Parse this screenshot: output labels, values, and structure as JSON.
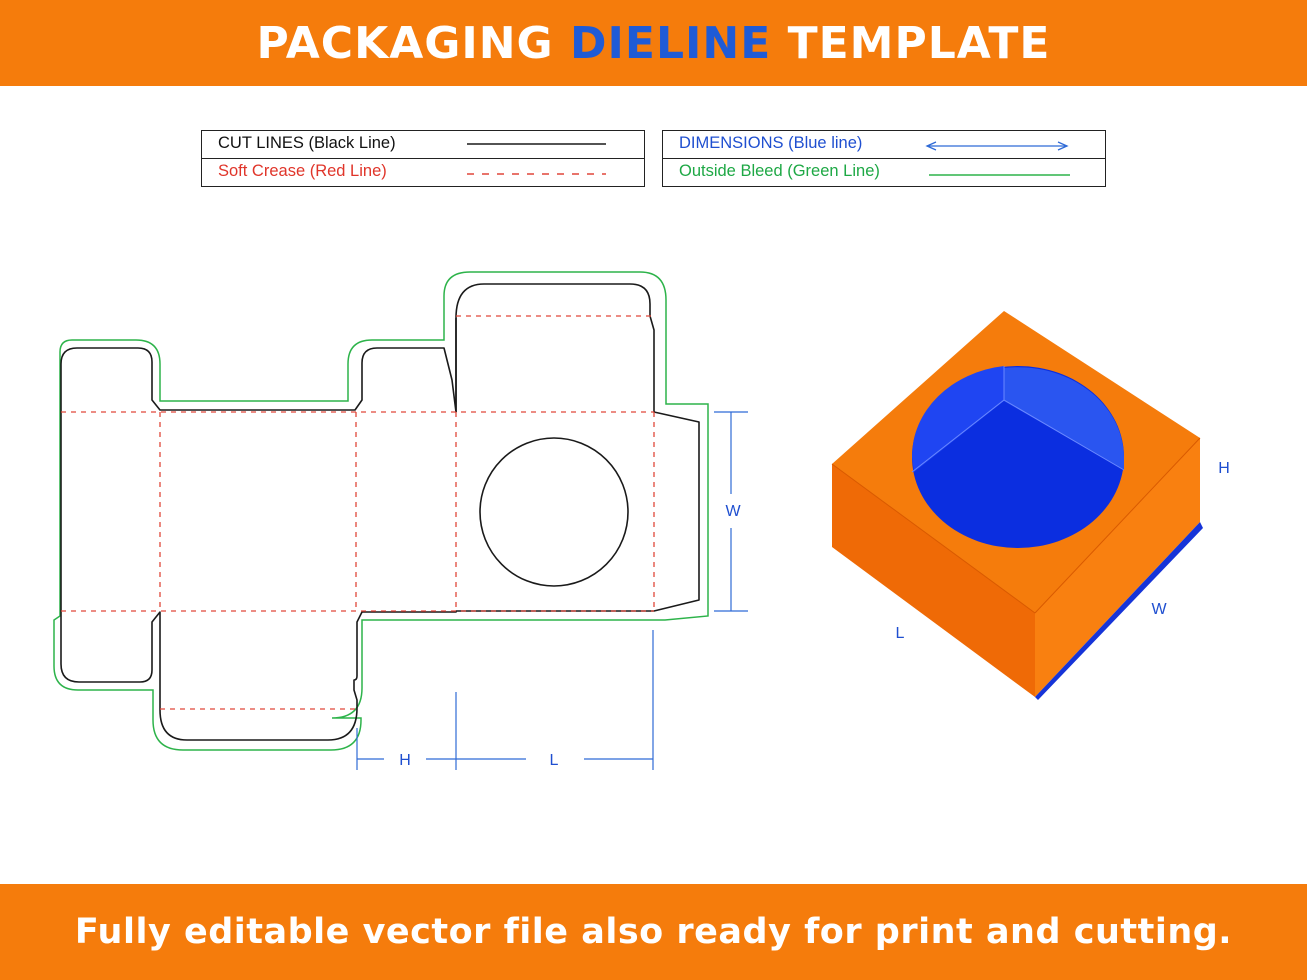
{
  "header": {
    "title_part1": "PACKAGING",
    "title_accent": "DIELINE",
    "title_part2": "TEMPLATE"
  },
  "legend": {
    "cut_lines": "CUT LINES (Black Line)",
    "soft_crease": "Soft Crease (Red Line)",
    "dimensions": "DIMENSIONS (Blue line)",
    "outside_bleed": "Outside Bleed (Green Line)"
  },
  "dieline_labels": {
    "w": "W",
    "h": "H",
    "l": "L"
  },
  "box_3d_labels": {
    "h": "H",
    "w": "W",
    "l": "L"
  },
  "footer": {
    "caption": "Fully editable vector file also ready for print and cutting."
  },
  "colors": {
    "orange_band": "#f57c0c",
    "accent_blue": "#1f5bd6",
    "cut_line": "#1a1a1a",
    "crease_line": "#e0473a",
    "dimension_line": "#2f6ad6",
    "bleed_line": "#2db34a",
    "box_orange_top": "#f57c0c",
    "box_orange_left": "#ef6a06",
    "box_orange_right": "#f97f10",
    "window_blue": "#0b2ee0"
  }
}
